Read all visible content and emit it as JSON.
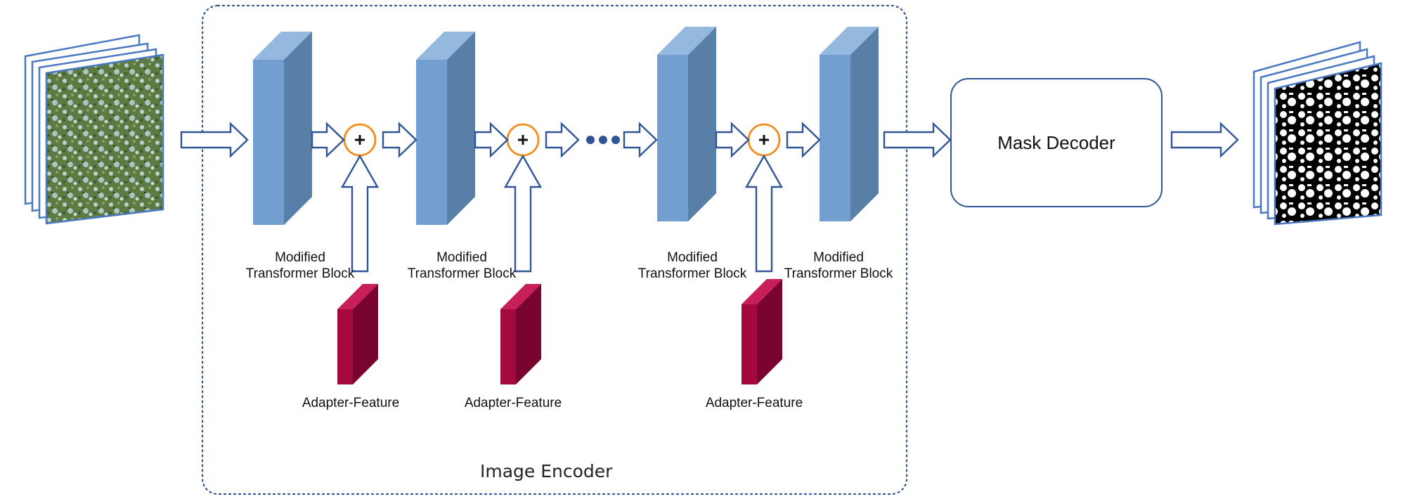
{
  "encoder": {
    "title": "Image Encoder"
  },
  "blocks": [
    {
      "line1": "Modified",
      "line2": "Transformer Block"
    },
    {
      "line1": "Modified",
      "line2": "Transformer Block"
    },
    {
      "line1": "Modified",
      "line2": "Transformer Block"
    },
    {
      "line1": "Modified",
      "line2": "Transformer Block"
    }
  ],
  "adapters": [
    {
      "label": "Adapter-Feature"
    },
    {
      "label": "Adapter-Feature"
    },
    {
      "label": "Adapter-Feature"
    }
  ],
  "decoder": {
    "label": "Mask Decoder"
  },
  "colors": {
    "block_front": "#729fcf",
    "block_side": "#587fa8",
    "block_top": "#94b8de",
    "adapter_front": "#a3083f",
    "adapter_side": "#7a0430",
    "adapter_top": "#c81e5a",
    "plus_ring": "#f28c1a",
    "arrow_outline": "#2f5597",
    "encoder_border": "#2f5597"
  }
}
